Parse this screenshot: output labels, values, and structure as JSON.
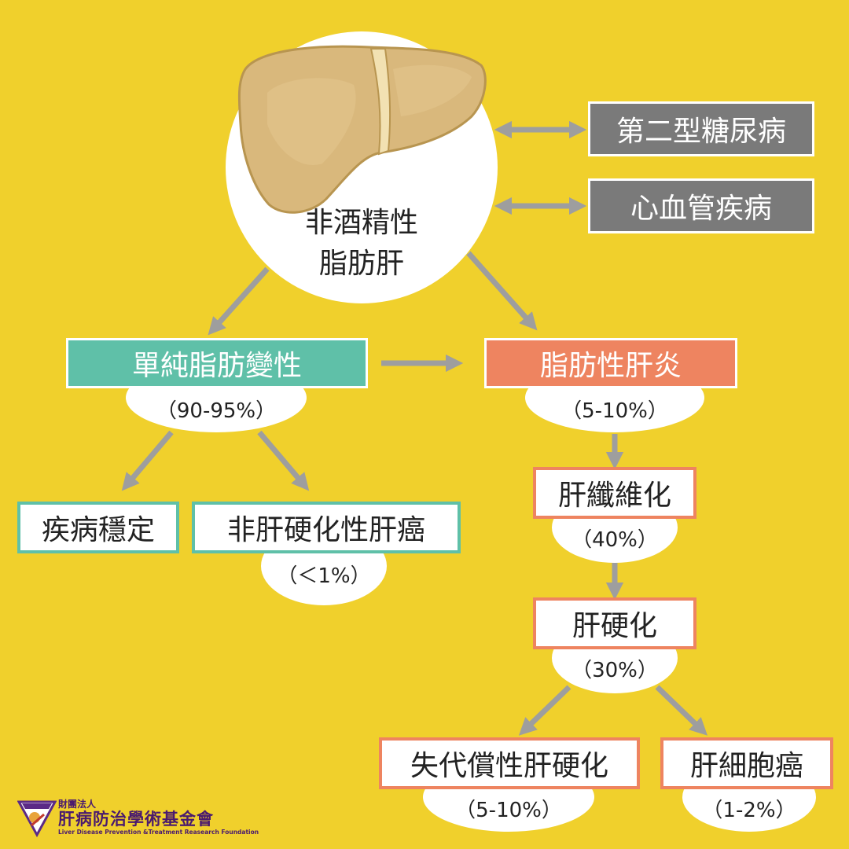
{
  "center": {
    "line1": "非酒精性",
    "line2": "脂肪肝"
  },
  "related": {
    "diabetes": "第二型糖尿病",
    "cardio": "心血管疾病"
  },
  "simple_steatosis": {
    "label": "單純脂肪變性",
    "percent": "（90-95%）"
  },
  "steatohepatitis": {
    "label": "脂肪性肝炎",
    "percent": "（5-10%）"
  },
  "stable": {
    "label": "疾病穩定"
  },
  "noncirrhotic_hcc": {
    "label": "非肝硬化性肝癌",
    "percent": "（＜1%）"
  },
  "fibrosis": {
    "label": "肝纖維化",
    "percent": "（40%）"
  },
  "cirrhosis": {
    "label": "肝硬化",
    "percent": "（30%）"
  },
  "decompensated": {
    "label": "失代償性肝硬化",
    "percent": "（5-10%）"
  },
  "hcc": {
    "label": "肝細胞癌",
    "percent": "（1-2%）"
  },
  "logo": {
    "line1": "財團法人",
    "line2": "肝病防治學術基金會",
    "line3": "Liver Disease Prevention &Treatment Reasearch Foundation"
  },
  "colors": {
    "background": "#f0d02c",
    "teal": "#5fc0a8",
    "orange": "#ee8460",
    "gray": "#7a7a7a",
    "arrow": "#9e9e9e",
    "liver": "#d9b87c"
  },
  "icons": {
    "liver": "liver-illustration",
    "arrow": "arrow-icon",
    "double_arrow": "double-arrow-icon"
  }
}
